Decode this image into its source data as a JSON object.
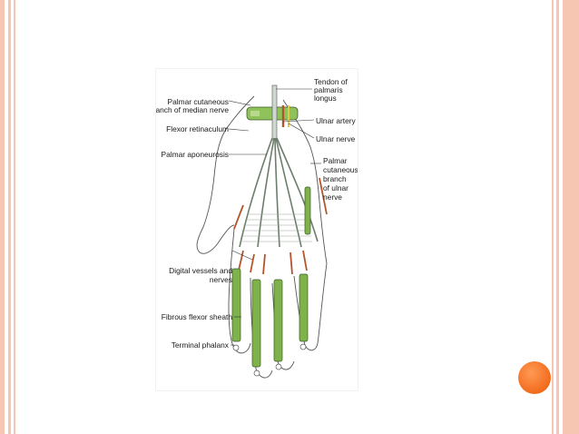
{
  "figure": {
    "labels": {
      "palmar_cutaneous_median": [
        "Palmar cutaneous",
        "branch of median nerve"
      ],
      "flexor_retinaculum": "Flexor retinaculum",
      "palmar_aponeurosis": "Palmar aponeurosis",
      "digital_vessels": [
        "Digital vessels and",
        "nerves"
      ],
      "fibrous_flexor_sheath": "Fibrous flexor sheath",
      "terminal_phalanx": "Terminal phalanx",
      "tendon_palmaris": [
        "Tendon of",
        "palmaris",
        "longus"
      ],
      "ulnar_artery": "Ulnar artery",
      "ulnar_nerve": "Ulnar nerve",
      "palmar_cutaneous_ulnar": [
        "Palmar",
        "cutaneous",
        "branch",
        "of ulnar",
        "nerve"
      ]
    }
  },
  "colors": {
    "frame": "#f7c6b3",
    "bullet": "#f26b1d",
    "tendon_green": "#7fb24a",
    "aponeurosis_gray": "#6b7d6b",
    "artery_red": "#b5542c",
    "nerve_yellow": "#e2c84a"
  }
}
